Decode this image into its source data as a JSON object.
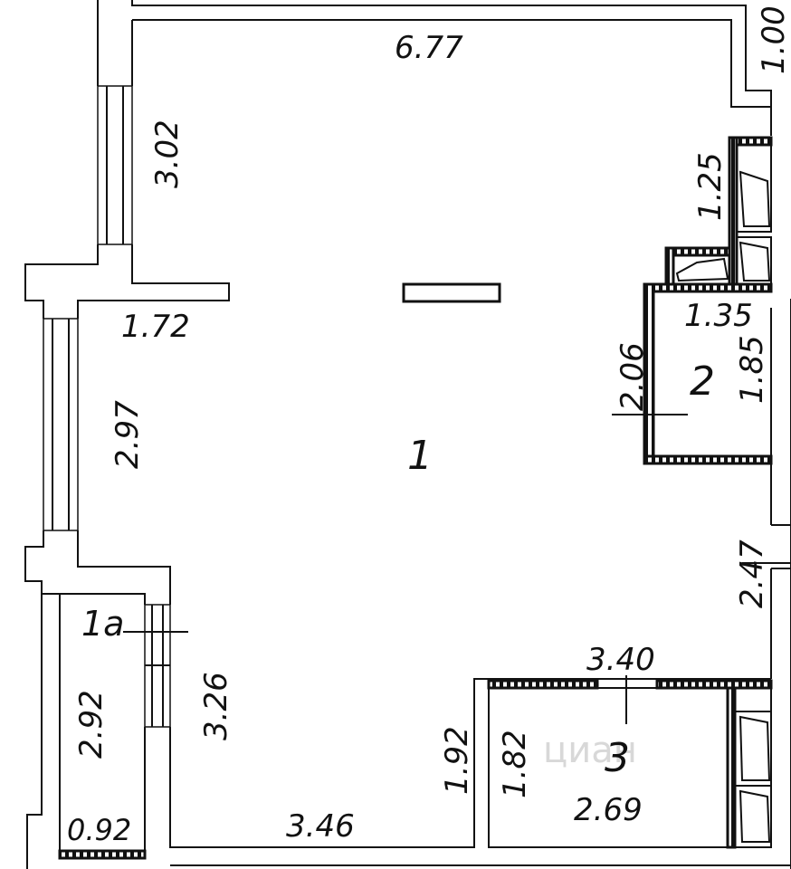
{
  "rooms": {
    "main": "1",
    "balcony": "1a",
    "bath1": "2",
    "bath2": "3"
  },
  "dims": {
    "d677": "6.77",
    "d100": "1.00",
    "d302": "3.02",
    "d125": "1.25",
    "d172": "1.72",
    "d135": "1.35",
    "d206": "2.06",
    "d185": "1.85",
    "d297": "2.97",
    "d247": "2.47",
    "d340": "3.40",
    "d326": "3.26",
    "d292": "2.92",
    "d192": "1.92",
    "d182": "1.82",
    "d269": "2.69",
    "d346": "3.46",
    "d092": "0.92"
  },
  "watermark": "циан"
}
